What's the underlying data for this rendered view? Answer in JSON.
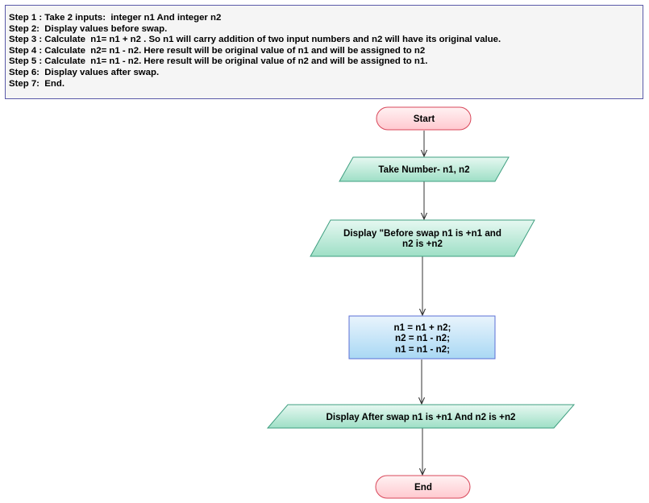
{
  "steps": [
    "Step 1 : Take 2 inputs:  integer n1 And integer n2",
    "Step 2:  Display values before swap.",
    "Step 3 : Calculate  n1= n1 + n2 . So n1 will carry addition of two input numbers and n2 will have its original value.",
    "Step 4 : Calculate  n2= n1 - n2. Here result will be original value of n1 and will be assigned to n2",
    "Step 5 : Calculate  n1= n1 - n2. Here result will be original value of n2 and will be assigned to n1.",
    "Step 6:  Display values after swap.",
    "Step 7:  End."
  ],
  "flow": {
    "start": "Start",
    "input": "Take Number- n1, n2",
    "display_before": [
      "Display \"Before swap  n1 is +n1 and",
      "n2 is +n2"
    ],
    "process": [
      "n1 = n1 + n2;",
      "n2 = n1  - n2;",
      "n1 = n1 - n2;"
    ],
    "display_after": "Display After swap n1 is  +n1 And n2 is +n2",
    "end": "End"
  },
  "colors": {
    "terminal_fill": "#ffd6da",
    "terminal_stroke": "#d8475a",
    "io_fill": "#b9ead9",
    "io_stroke": "#3f9f80",
    "process_fill": "#c6e3f7",
    "process_stroke": "#5b6fd6",
    "box_border": "#5a5aa8"
  }
}
